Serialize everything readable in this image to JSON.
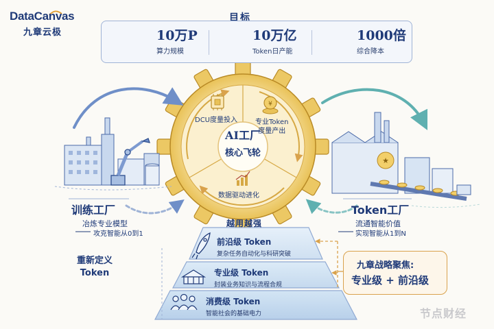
{
  "brand": {
    "logo": "DataCanvas",
    "name_cn": "九章云极"
  },
  "goal": {
    "title": "目标",
    "items": [
      {
        "value": "10万P",
        "label": "算力规模",
        "icon": "server-rack-icon"
      },
      {
        "value": "10万亿",
        "label": "Token日产能",
        "icon": "coin-stack-icon"
      },
      {
        "value": "1000倍",
        "label": "综合降本",
        "icon": "growth-chart-icon"
      }
    ]
  },
  "flywheel": {
    "center_title": "AI工厂",
    "center_subtitle": "核心飞轮",
    "segments": [
      {
        "label": "DCU度量投入",
        "icon": "chip-icon"
      },
      {
        "label": "专业Token\n度量产出",
        "icon": "coin-icon"
      },
      {
        "label": "数据驱动进化",
        "icon": "bar-chart-icon"
      }
    ]
  },
  "training_factory": {
    "title": "训练工厂",
    "subtitle": "冶炼专业模型",
    "tagline": "攻克智能从0到1"
  },
  "token_factory": {
    "title": "Token工厂",
    "subtitle": "流通智能价值",
    "tagline": "实现智能从1到N"
  },
  "pyramid": {
    "heading": "越用越强",
    "tiers": [
      {
        "name": "前沿级 Token",
        "desc": "复杂任务自动化与科研突破",
        "icon": "rocket-icon"
      },
      {
        "name": "专业级 Token",
        "desc": "封装业务知识与流程合规",
        "icon": "building-icon"
      },
      {
        "name": "消费级 Token",
        "desc": "智能社会的基础电力",
        "icon": "people-icon"
      }
    ]
  },
  "redefine": {
    "line1": "重新定义",
    "line2": "Token"
  },
  "strategy": {
    "title": "九章战略聚焦:",
    "value": "专业级 + 前沿级"
  },
  "watermark": "节点财经",
  "colors": {
    "navy": "#1f3a78",
    "gold": "#e9c258",
    "gold_light": "#f7e7b4",
    "blue_tier": "#dbe9f6",
    "orange_border": "#d9a24c",
    "teal": "#6fb8b8"
  }
}
